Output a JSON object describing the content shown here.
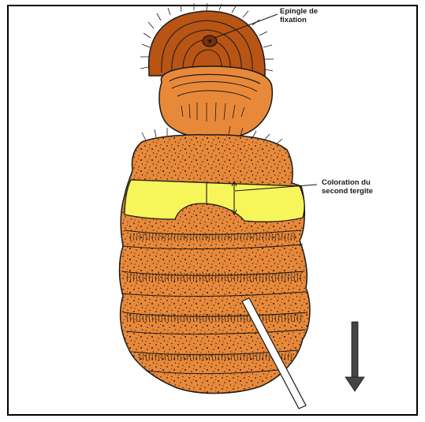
{
  "annotations": {
    "pin_label_line1": "Epingle de",
    "pin_label_line2": "fixation",
    "tergite_label_line1": "Coloration du",
    "tergite_label_line2": "second tergite"
  },
  "colors": {
    "body_orange": "#E8893A",
    "head_brown": "#B85414",
    "tergite_yellow": "#F6F55A",
    "outline": "#1a1a1a"
  },
  "icons": {
    "arrow": "down-arrow-icon"
  }
}
